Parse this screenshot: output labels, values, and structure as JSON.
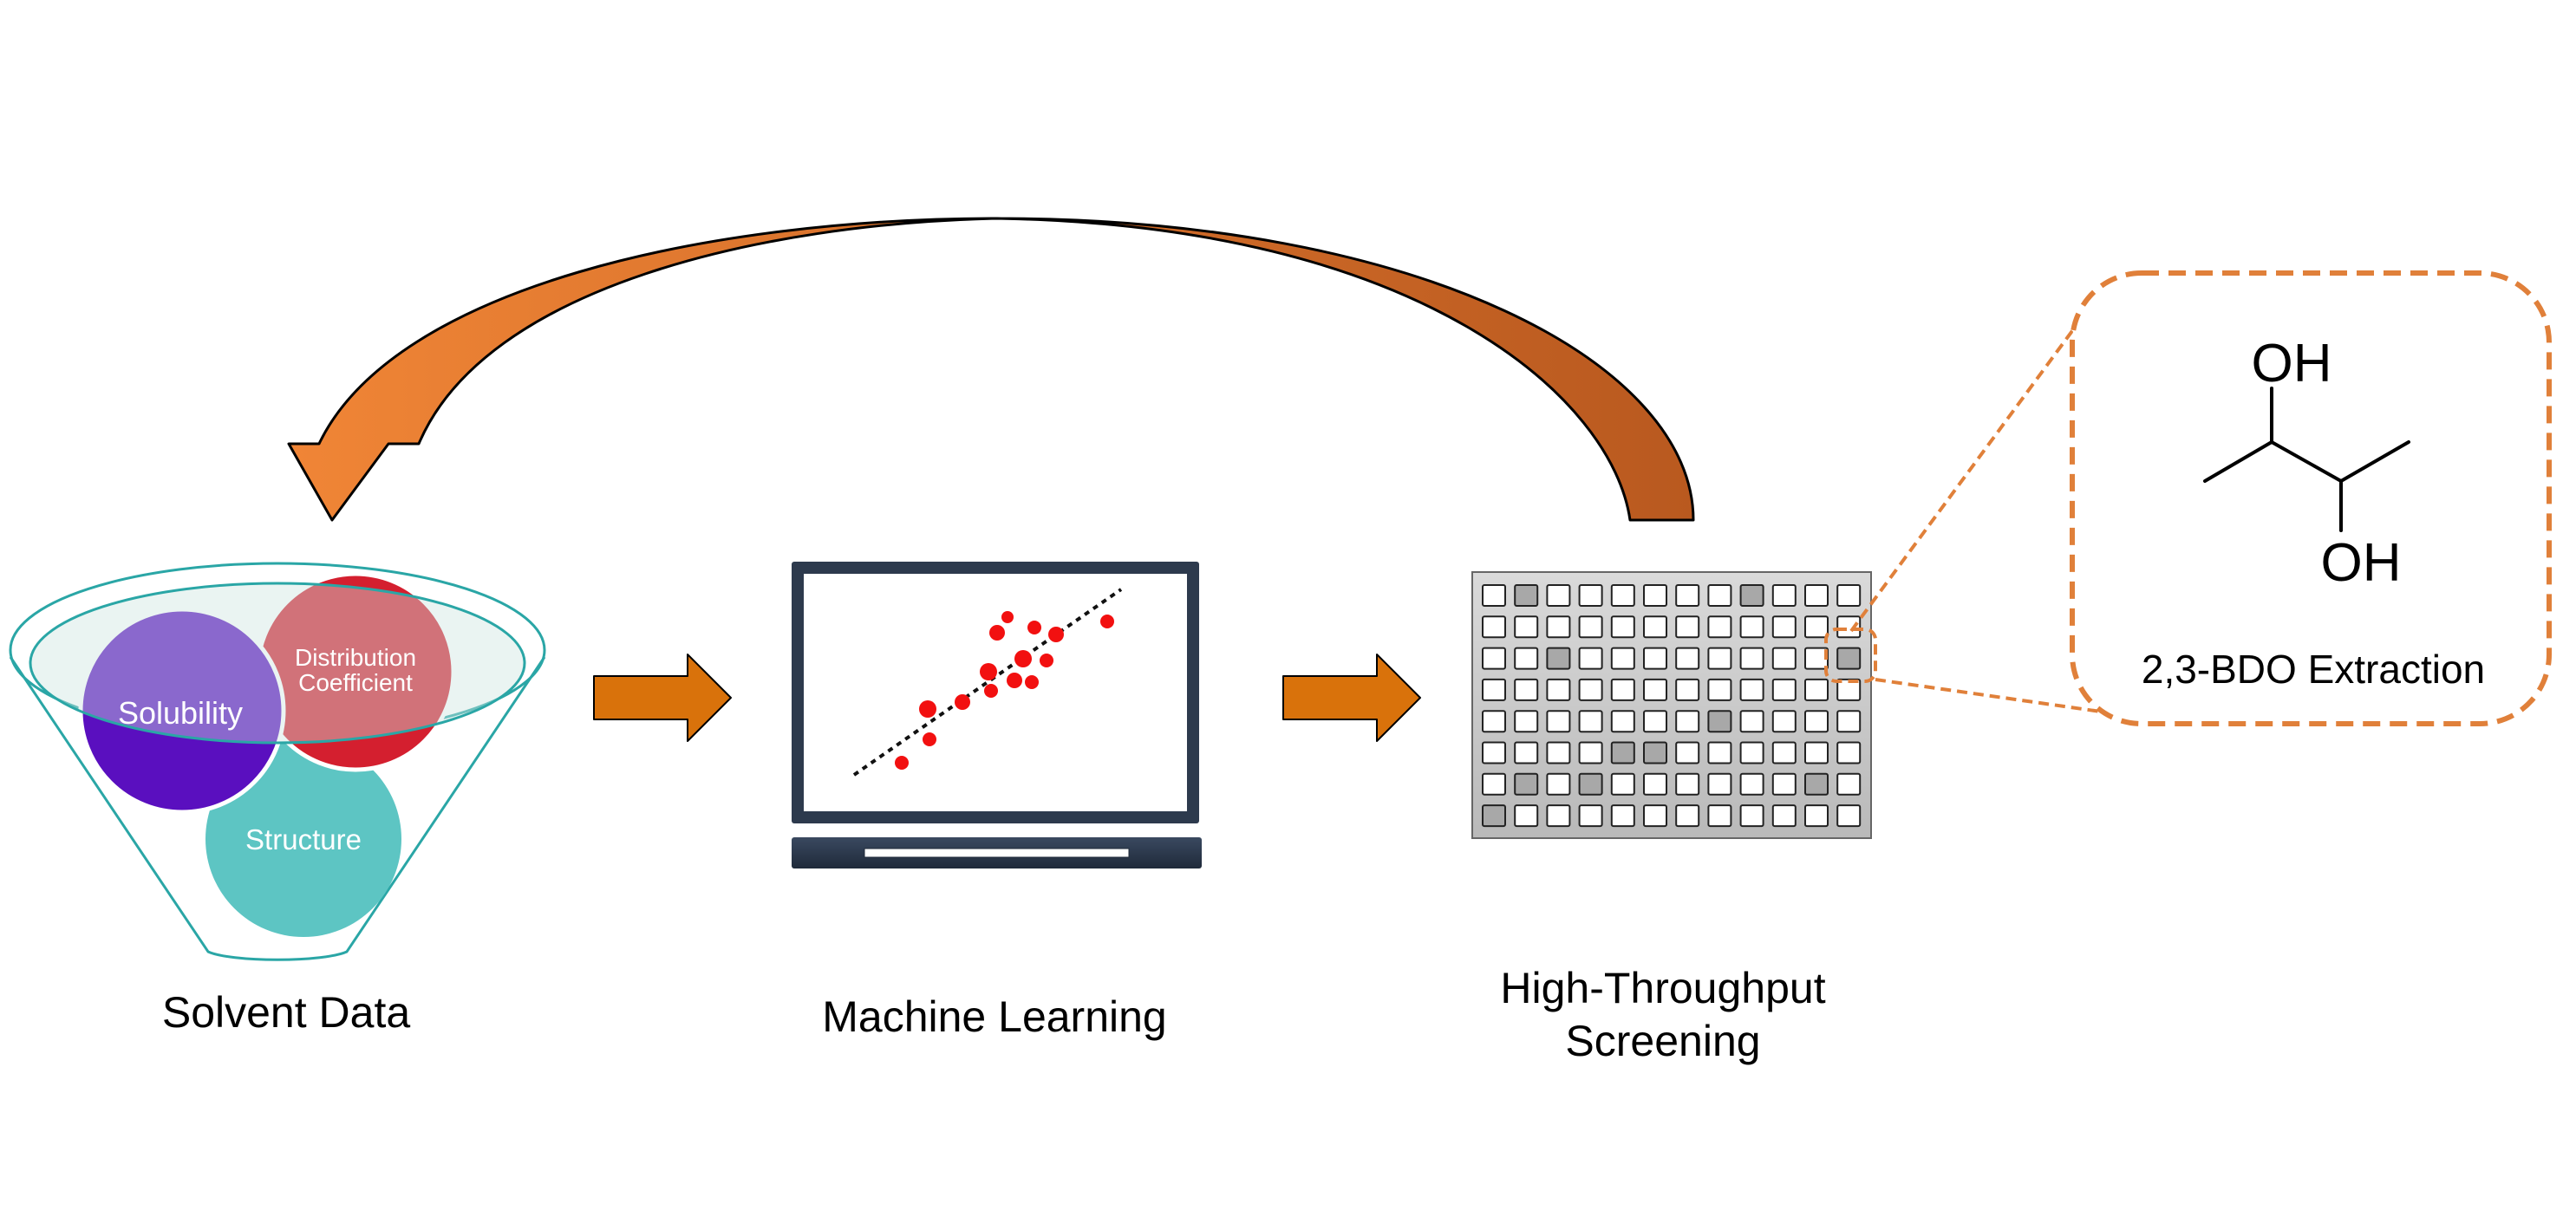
{
  "stages": {
    "solvent_data": "Solvent Data",
    "machine_learning": "Machine Learning",
    "hts_line1": "High-Throughput",
    "hts_line2": "Screening"
  },
  "circles": {
    "solubility": "Solubility",
    "distribution_line1": "Distribution",
    "distribution_line2": "Coefficient",
    "structure": "Structure"
  },
  "molecule": {
    "oh_top": "OH",
    "oh_bottom": "OH",
    "caption": "2,3-BDO Extraction"
  },
  "colors": {
    "funnel": "#2aa6a6",
    "solubility": "#5a0fbf",
    "distribution": "#d41f2f",
    "structure": "#5dc5c3",
    "arrow": "#d9720b",
    "feedback_arrow": "#ea7b33",
    "callout": "#e0803a",
    "monitor": "#2d3a4d",
    "scatter_points": "#f21010"
  },
  "icons": {
    "funnel": "funnel-icon",
    "monitor": "monitor-scatter-icon",
    "plate": "well-plate-icon"
  }
}
